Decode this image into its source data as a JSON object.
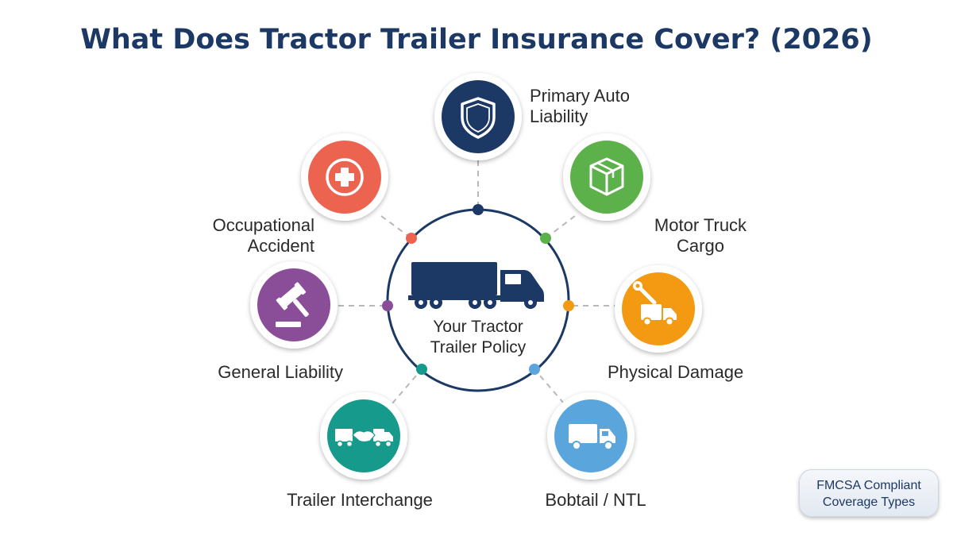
{
  "title": "What Does Tractor Trailer Insurance Cover? (2026)",
  "center": {
    "line1": "Your Tractor",
    "line2": "Trailer Policy",
    "hub_color": "#1c3864"
  },
  "coverages": [
    {
      "id": "primary-auto-liability",
      "line1": "Primary Auto",
      "line2": "Liability",
      "icon": "shield-icon",
      "color": "#1c3864"
    },
    {
      "id": "motor-truck-cargo",
      "line1": "Motor Truck",
      "line2": "Cargo",
      "icon": "box-icon",
      "color": "#5cb14a"
    },
    {
      "id": "physical-damage",
      "line1": "Physical Damage",
      "line2": "",
      "icon": "wrench-truck-icon",
      "color": "#f39a12"
    },
    {
      "id": "bobtail-ntl",
      "line1": "Bobtail / NTL",
      "line2": "",
      "icon": "truck-icon",
      "color": "#5aa5dc"
    },
    {
      "id": "trailer-interchange",
      "line1": "Trailer Interchange",
      "line2": "",
      "icon": "handshake-truck-icon",
      "color": "#159a8c"
    },
    {
      "id": "general-liability",
      "line1": "General Liability",
      "line2": "",
      "icon": "gavel-icon",
      "color": "#8a4d97"
    },
    {
      "id": "occupational-accident",
      "line1": "Occupational",
      "line2": "Accident",
      "icon": "medical-cross-icon",
      "color": "#ec6350"
    }
  ],
  "badge": {
    "line1": "FMCSA Compliant",
    "line2": "Coverage Types"
  }
}
